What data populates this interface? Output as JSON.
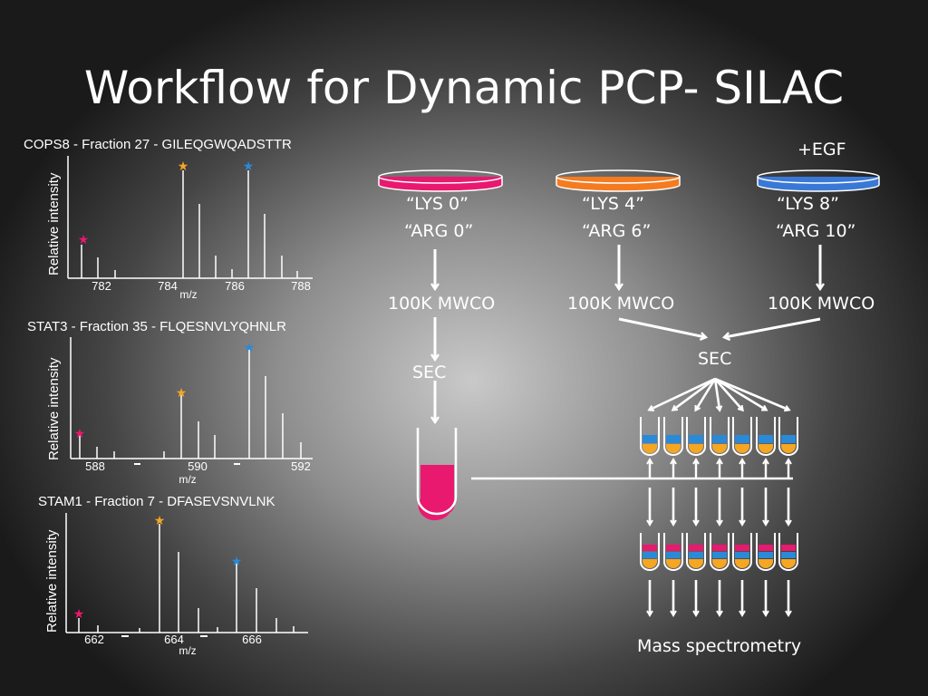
{
  "title": "Workflow for Dynamic PCP- SILAC",
  "spectra": [
    {
      "title": "COPS8 - Fraction 27 - GILEQGWQADSTTR",
      "ylabel": "Relative intensity",
      "xlabel": "m/z",
      "ticks": [
        "782",
        "784",
        "786",
        "788"
      ]
    },
    {
      "title": "STAT3 - Fraction 35 - FLQESNVLYQHNLR",
      "ylabel": "Relative intensity",
      "xlabel": "m/z",
      "ticks": [
        "588",
        "590",
        "592"
      ]
    },
    {
      "title": "STAM1 - Fraction 7 - DFASEVSNVLNK",
      "ylabel": "Relative intensity",
      "xlabel": "m/z",
      "ticks": [
        "662",
        "664",
        "666"
      ]
    }
  ],
  "workflow": {
    "treatment": "+EGF",
    "dishes": [
      {
        "lys": "“LYS 0”",
        "arg": "“ARG 0”",
        "color": "#e8196e"
      },
      {
        "lys": "“LYS 4”",
        "arg": "“ARG 6”",
        "color": "#f47b20"
      },
      {
        "lys": "“LYS 8”",
        "arg": "“ARG 10”",
        "color": "#3a78d6"
      }
    ],
    "mwco": "100K MWCO",
    "sec": "SEC",
    "output": "Mass spectrometry"
  },
  "colors": {
    "light": "#e8196e",
    "medium": "#f5a623",
    "heavy": "#2a8ad8"
  }
}
